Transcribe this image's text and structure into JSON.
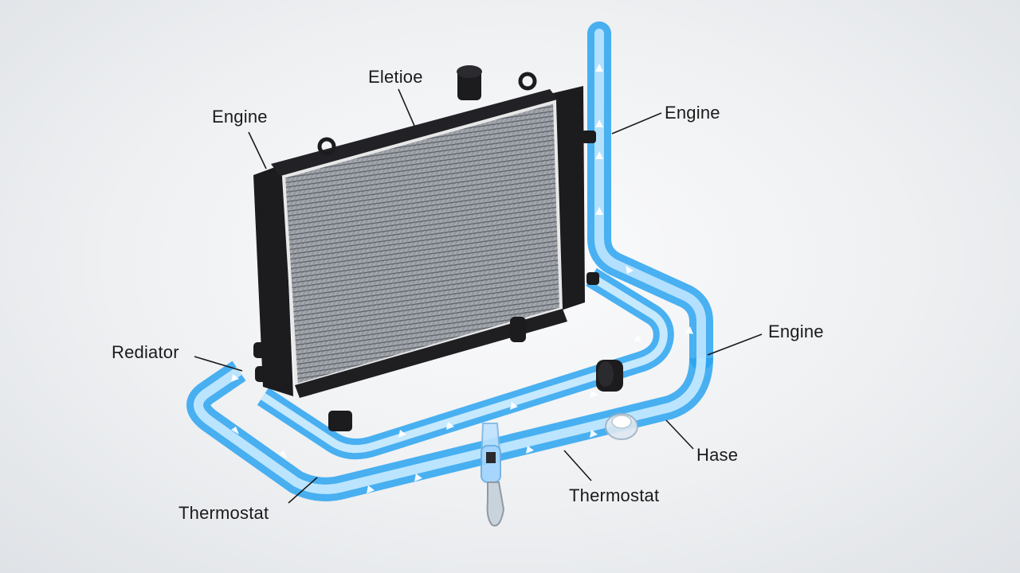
{
  "labels": {
    "top_center": "Eletioe",
    "top_left": "Engine",
    "top_right": "Engine",
    "mid_right": "Engine",
    "left": "Rediator",
    "bottom_left": "Thermostat",
    "bottom_center": "Thermostat",
    "bottom_right": "Hase"
  },
  "colors": {
    "coolant": "#2aa3f0",
    "radiator_frame": "#1c1c1e",
    "core": "#9ba0a6",
    "background": "#eef0f2"
  }
}
